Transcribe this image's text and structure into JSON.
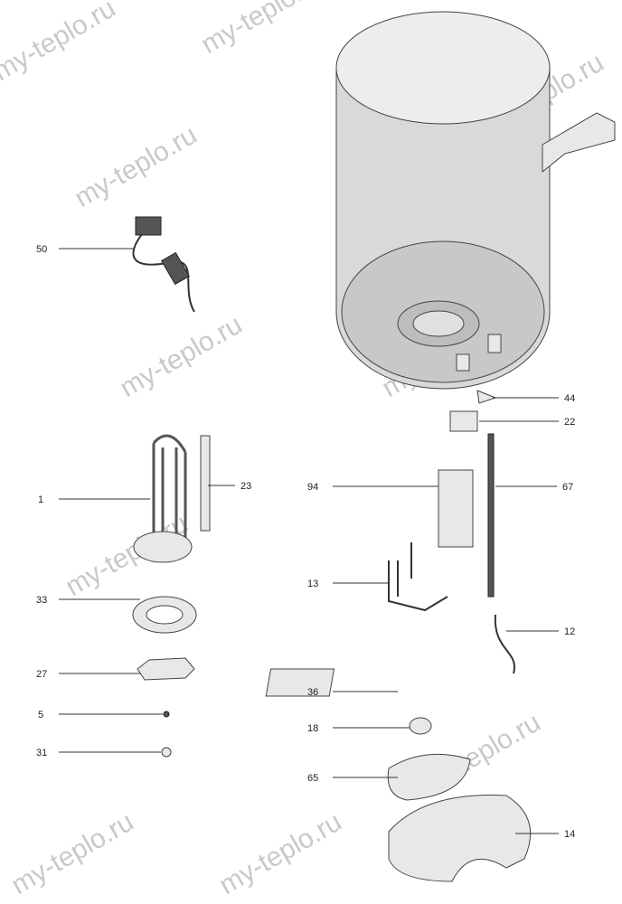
{
  "watermark": "my-teplo.ru",
  "callouts": [
    {
      "id": "50",
      "part": "power-cord"
    },
    {
      "id": "1",
      "part": "heating-element"
    },
    {
      "id": "23",
      "part": "anode-rod"
    },
    {
      "id": "33",
      "part": "flange-gasket"
    },
    {
      "id": "27",
      "part": "flange-bracket"
    },
    {
      "id": "5",
      "part": "washer"
    },
    {
      "id": "31",
      "part": "nut"
    },
    {
      "id": "44",
      "part": "clip"
    },
    {
      "id": "22",
      "part": "safety-valve"
    },
    {
      "id": "94",
      "part": "control-board"
    },
    {
      "id": "67",
      "part": "thermostat-probe"
    },
    {
      "id": "13",
      "part": "wiring-harness"
    },
    {
      "id": "12",
      "part": "sensor-cable"
    },
    {
      "id": "36",
      "part": "display-board"
    },
    {
      "id": "18",
      "part": "knob"
    },
    {
      "id": "65",
      "part": "control-panel"
    },
    {
      "id": "14",
      "part": "bottom-cover"
    }
  ]
}
